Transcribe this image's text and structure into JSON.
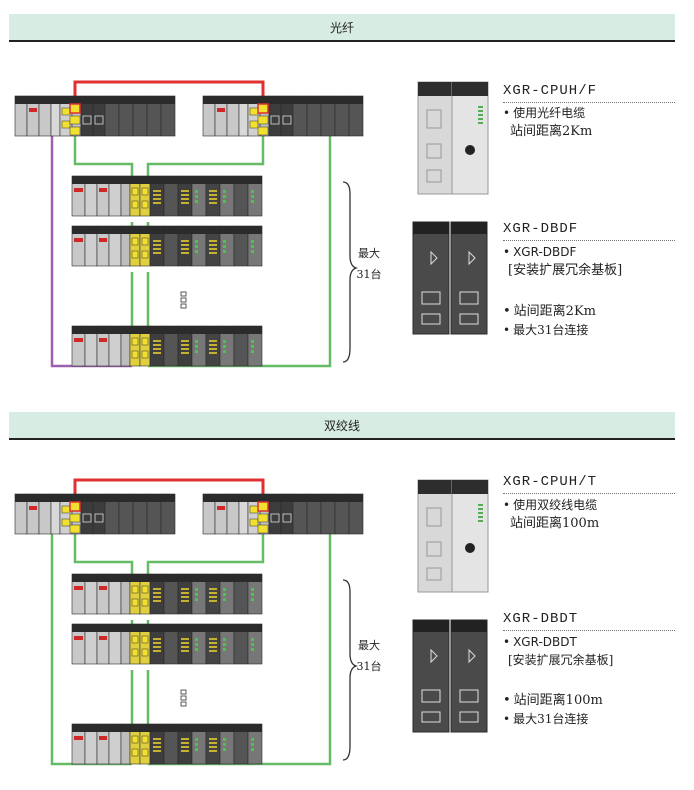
{
  "sections": [
    {
      "header": "光纤",
      "max_label_top": "最大",
      "max_label_bottom": "31台",
      "products": [
        {
          "title": "XGR-CPUH/F",
          "lines": [
            "使用光纤电缆",
            "站间距离2Km"
          ]
        },
        {
          "title": "XGR-DBDF",
          "lines": [
            "XGR-DBDF",
            "[安装扩展冗余基板]",
            "站间距离2Km",
            "最大31台连接"
          ]
        }
      ],
      "colors": {
        "primary_link": "#e03030",
        "fiber_link": "#66bb66",
        "secondary_link": "#a060b0"
      }
    },
    {
      "header": "双绞线",
      "max_label_top": "最大",
      "max_label_bottom": "31台",
      "products": [
        {
          "title": "XGR-CPUH/T",
          "lines": [
            "使用双绞线电缆",
            "站间距离100m"
          ]
        },
        {
          "title": "XGR-DBDT",
          "lines": [
            "XGR-DBDT",
            "[安装扩展冗余基板]",
            "站间距离100m",
            "最大31台连接"
          ]
        }
      ],
      "colors": {
        "primary_link": "#e03030",
        "fiber_link": "#66bb66"
      }
    }
  ]
}
